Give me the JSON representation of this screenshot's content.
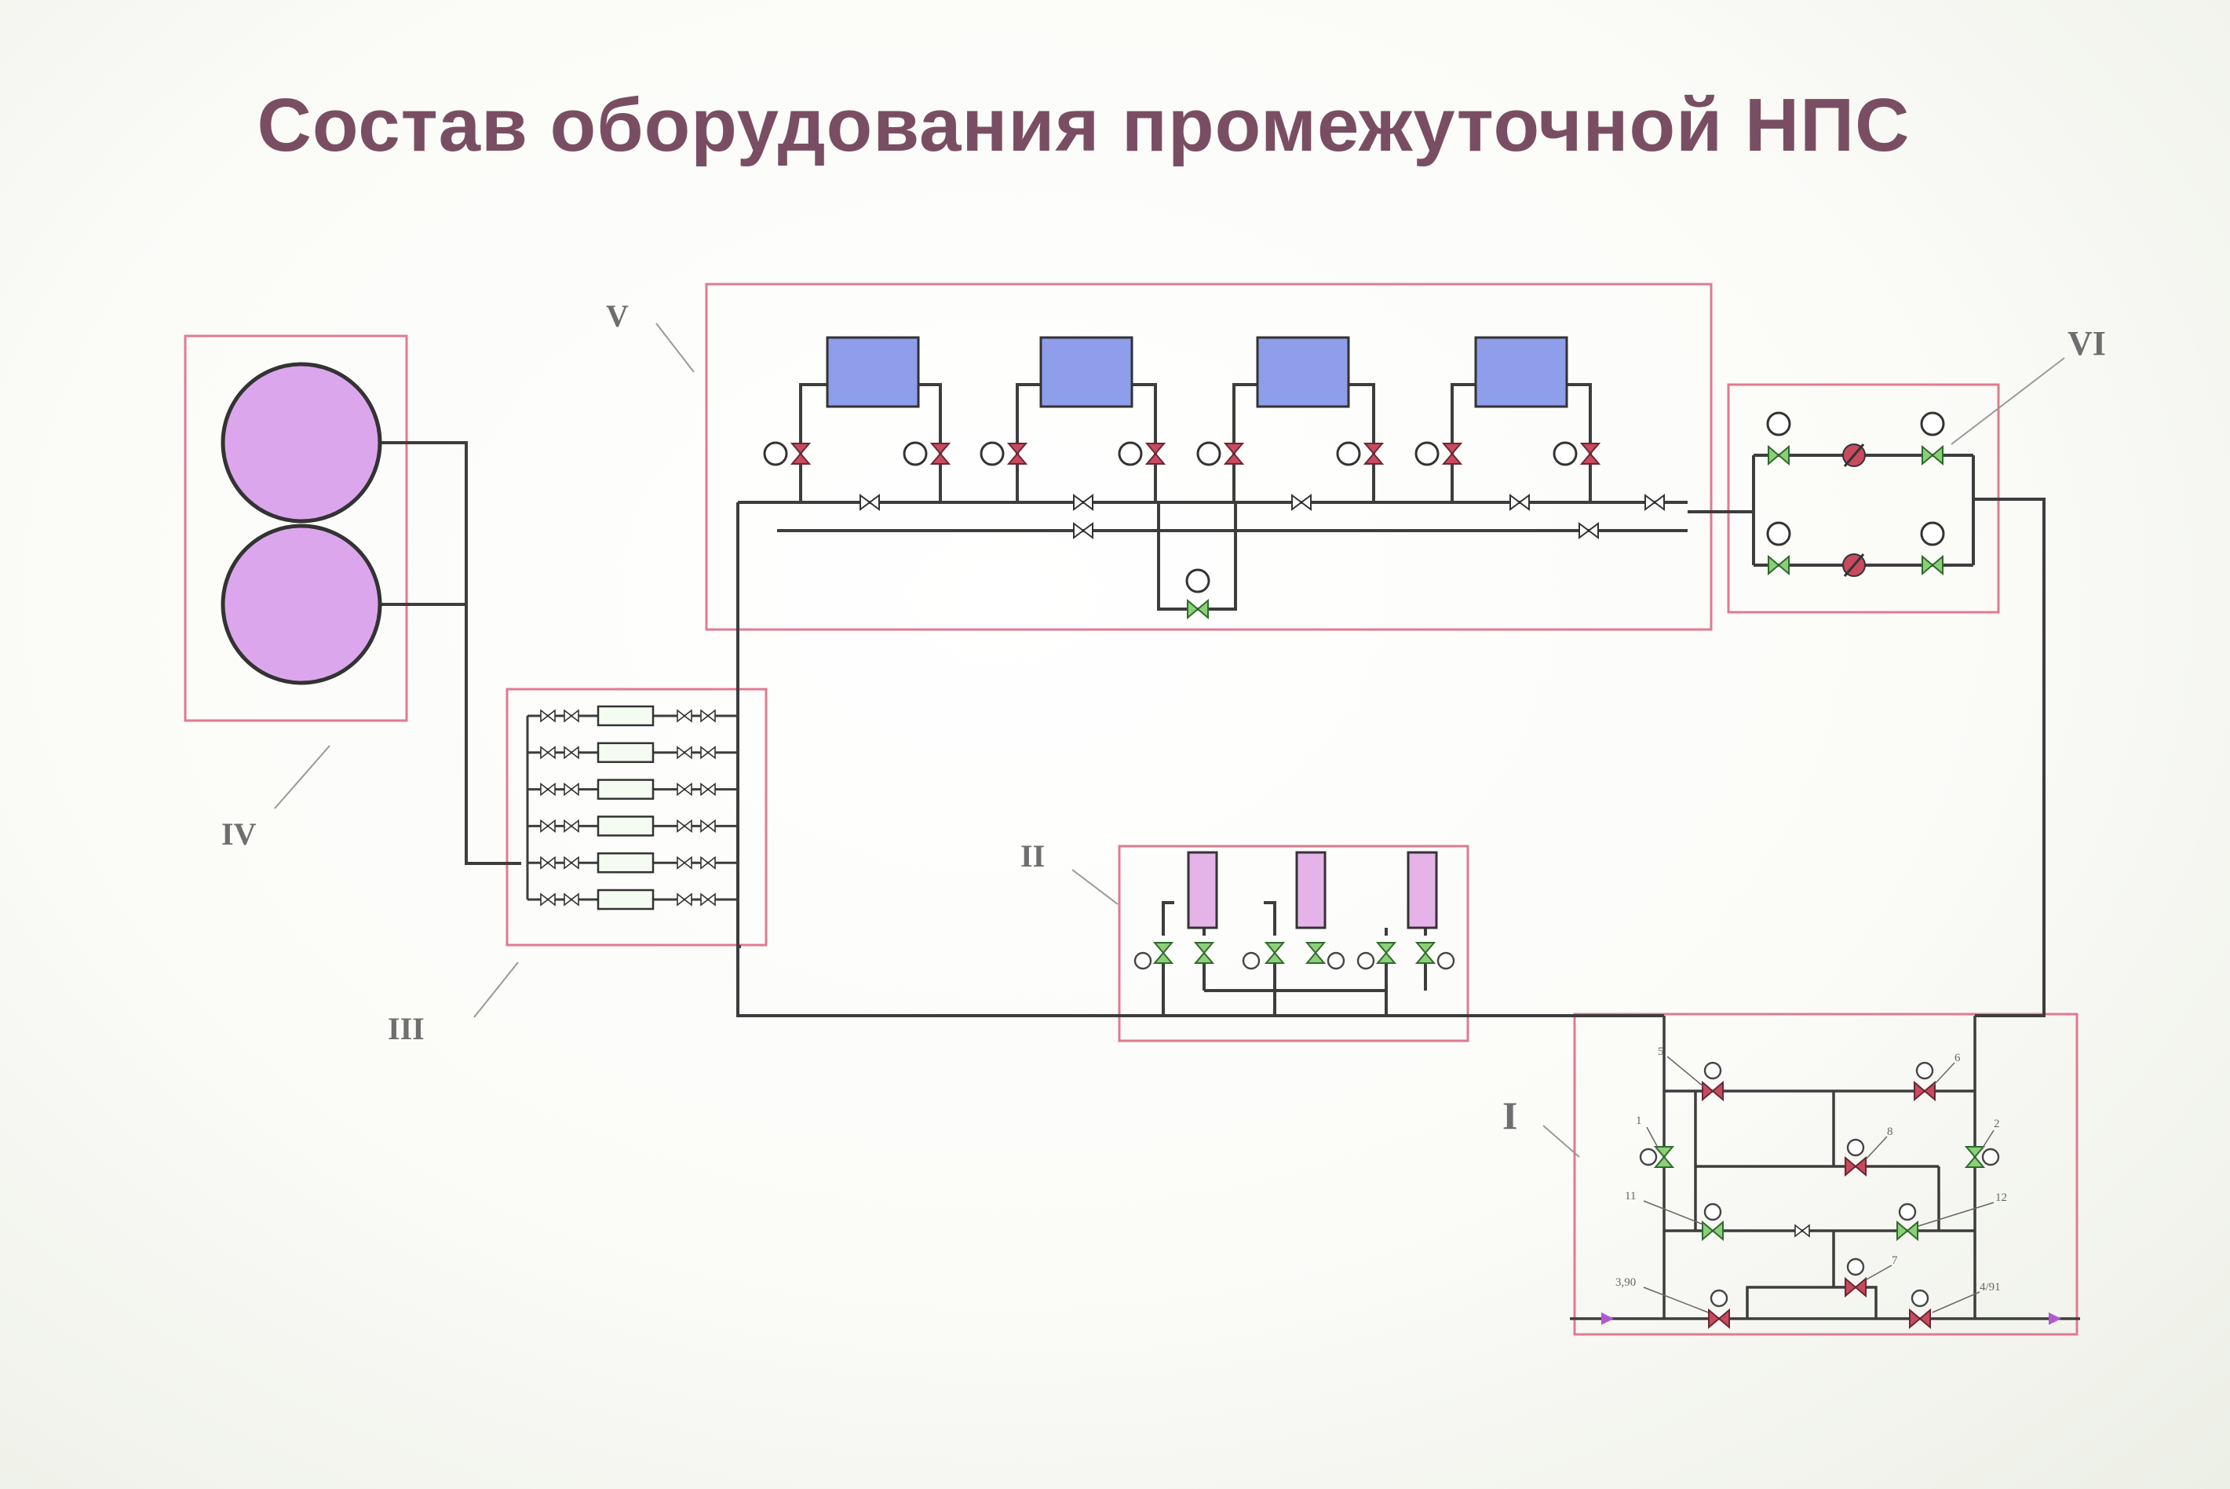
{
  "title": "Состав оборудования промежуточной НПС",
  "blocks": [
    {
      "id": "I",
      "label": "I"
    },
    {
      "id": "II",
      "label": "II"
    },
    {
      "id": "III",
      "label": "III"
    },
    {
      "id": "IV",
      "label": "IV"
    },
    {
      "id": "V",
      "label": "V"
    },
    {
      "id": "VI",
      "label": "VI"
    }
  ],
  "valve_labels": [
    "5",
    "6",
    "1",
    "8",
    "2",
    "11",
    "12",
    "7",
    "3,90",
    "4/91"
  ],
  "colors": {
    "frame": "#e07a90",
    "pipe": "#3d3d3d",
    "pump": "#8f9eea",
    "tank": "#dca6ec",
    "filter": "#e6b3e8",
    "valve_red": "#c84a5e",
    "valve_green": "#8bcf7a",
    "title": "#7a4e62"
  }
}
